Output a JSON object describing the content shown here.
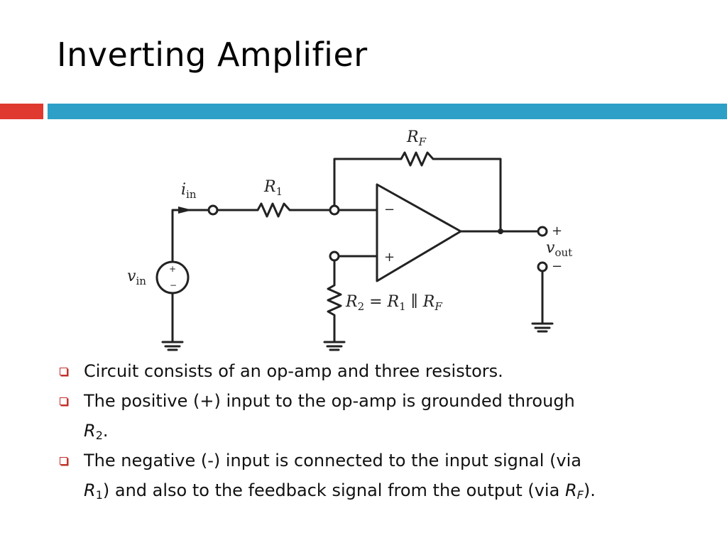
{
  "slide": {
    "title": "Inverting Amplifier",
    "colors": {
      "accent_red": "#e0392f",
      "accent_blue": "#2e9fc6",
      "bullet": "#c0302a"
    }
  },
  "circuit": {
    "labels": {
      "i_in": "i",
      "i_in_sub": "in",
      "r1": "R",
      "r1_sub": "1",
      "rf": "R",
      "rf_sub": "F",
      "v_in": "v",
      "v_in_sub": "in",
      "v_out": "v",
      "v_out_sub": "out",
      "r2_eq": "R",
      "r2_eq_sub": "2",
      "r2_eq_rest": " = R",
      "r2_eq_sub2": "1",
      "r2_eq_par": " ∥ R",
      "r2_eq_sub3": "F",
      "minus": "−",
      "plus": "+",
      "out_plus": "+",
      "out_minus": "−",
      "src_plus": "+",
      "src_minus": "−"
    }
  },
  "bullets": [
    {
      "line1": "Circuit consists of an op-amp and three resistors."
    },
    {
      "line1": "The positive (+) input to the op-amp is grounded through",
      "line2_var": "R",
      "line2_sub": "2",
      "line2_tail": "."
    },
    {
      "line1": "The negative (-) input is connected to the input signal (via",
      "line2_var": "R",
      "line2_sub": "1",
      "line2_mid": ") and also to the feedback signal from the output (via ",
      "line2_var2": "R",
      "line2_sub2": "F",
      "line2_tail": ")."
    }
  ]
}
